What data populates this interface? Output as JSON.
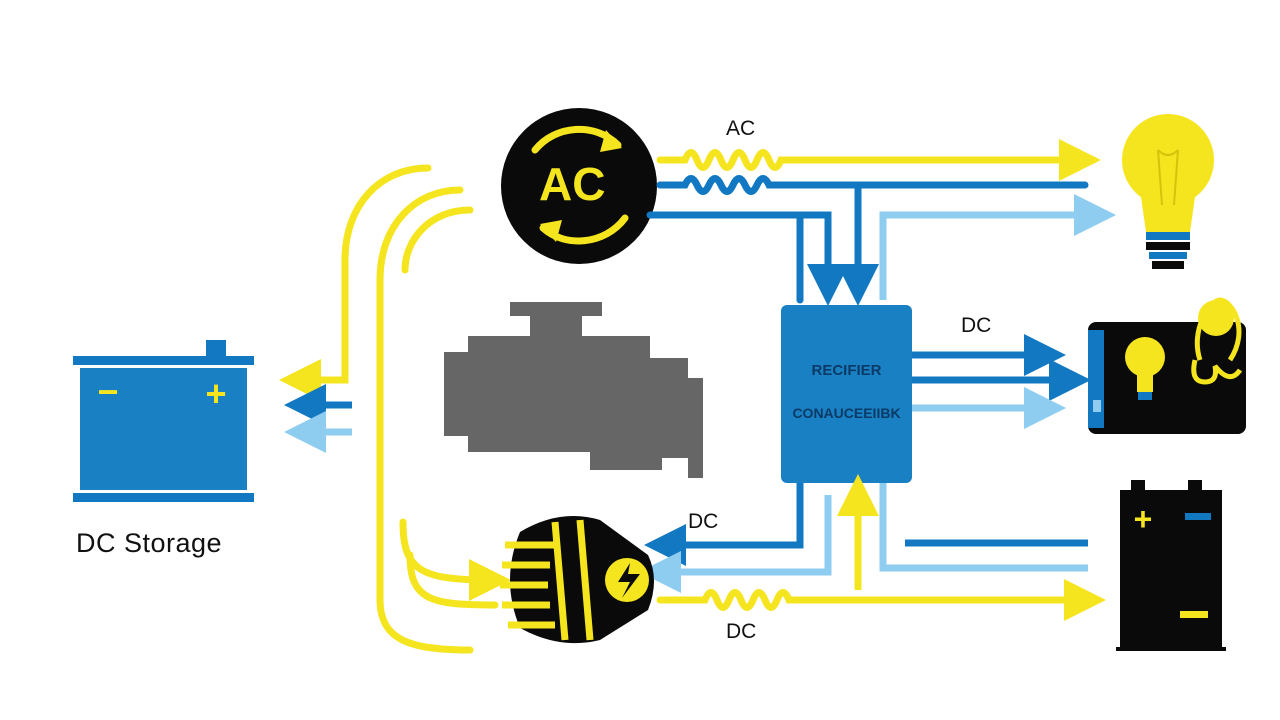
{
  "labels": {
    "ac_line": "AC",
    "dc_top_right": "DC",
    "dc_bottom_mid": "DC",
    "dc_bottom_low": "DC",
    "storage": "DC Storage"
  },
  "ac_symbol": {
    "text": "AC"
  },
  "rectifier": {
    "line1": "RECIFIER",
    "line2": "CONAUCEEIIBK"
  },
  "battery_left": {
    "minus": "−",
    "plus": "+"
  },
  "battery_right": {
    "plus": "+",
    "minus": "−"
  },
  "icons": [
    "ac-generator-icon",
    "engine-icon",
    "alternator-icon",
    "light-bulb-icon",
    "appliance-icon",
    "battery-icon"
  ],
  "colors": {
    "yellow": "#f5e51f",
    "blue": "#1278c2",
    "light_blue": "#8ecdf0",
    "gray": "#666666",
    "black": "#0a0a0a",
    "box_blue": "#1a80c4"
  }
}
